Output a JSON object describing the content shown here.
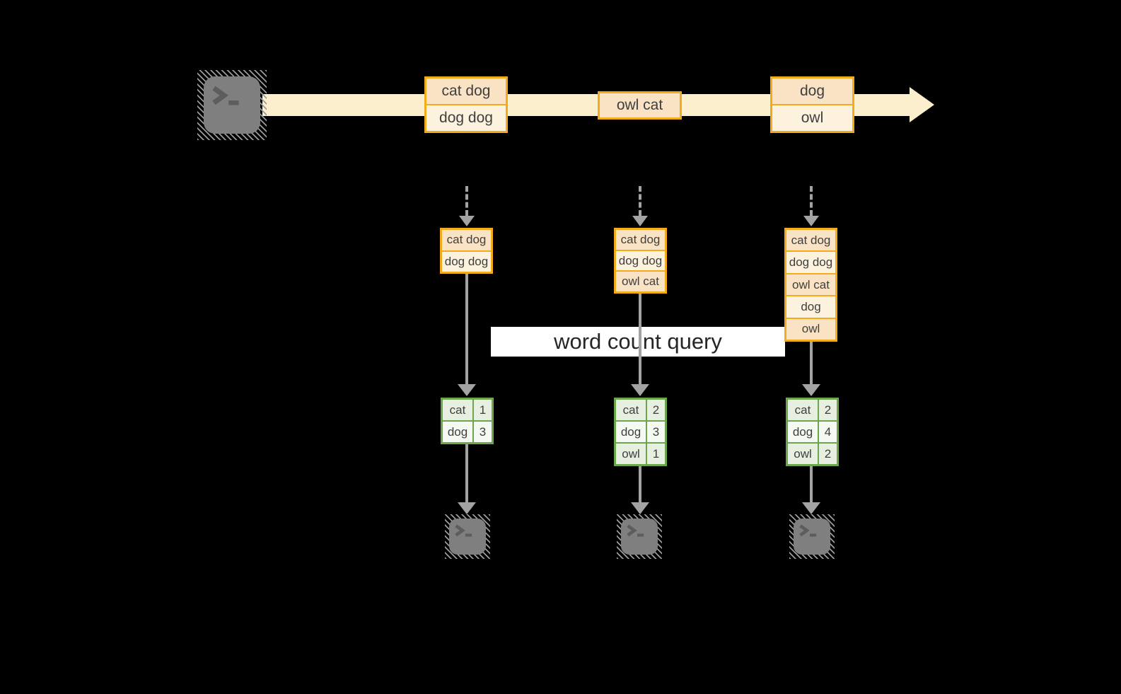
{
  "colors": {
    "background": "#000000",
    "stream": "#FBEFCD",
    "box_border": "#F2AC1B",
    "cell_fill_a": "#FAE3C4",
    "cell_fill_b": "#FDF2DE",
    "arrow_gray": "#A3A3A3",
    "green_border": "#6CA64C",
    "green_fill_a": "#E6EFE0",
    "green_fill_b": "#F4F9F1",
    "icon_gray": "#7F7F7F",
    "icon_glyph": "#5D5D5D",
    "text": "#3F3F3F",
    "banner_bg": "#FFFFFF",
    "banner_text": "#262626"
  },
  "banner": {
    "label": "word count query"
  },
  "icons": {
    "source": "terminal-prompt",
    "sinks": [
      "terminal-prompt",
      "terminal-prompt",
      "terminal-prompt"
    ]
  },
  "stream": {
    "batches": [
      {
        "items": [
          "cat dog",
          "dog dog"
        ]
      },
      {
        "items": [
          "owl cat"
        ]
      },
      {
        "items": [
          "dog",
          "owl"
        ]
      }
    ]
  },
  "columns": [
    {
      "buffer": [
        "cat dog",
        "dog dog"
      ],
      "counts": [
        {
          "word": "cat",
          "count": "1"
        },
        {
          "word": "dog",
          "count": "3"
        }
      ]
    },
    {
      "buffer": [
        "cat dog",
        "dog dog",
        "owl cat"
      ],
      "counts": [
        {
          "word": "cat",
          "count": "2"
        },
        {
          "word": "dog",
          "count": "3"
        },
        {
          "word": "owl",
          "count": "1"
        }
      ]
    },
    {
      "buffer": [
        "cat dog",
        "dog dog",
        "owl cat",
        "dog",
        "owl"
      ],
      "counts": [
        {
          "word": "cat",
          "count": "2"
        },
        {
          "word": "dog",
          "count": "4"
        },
        {
          "word": "owl",
          "count": "2"
        }
      ]
    }
  ]
}
